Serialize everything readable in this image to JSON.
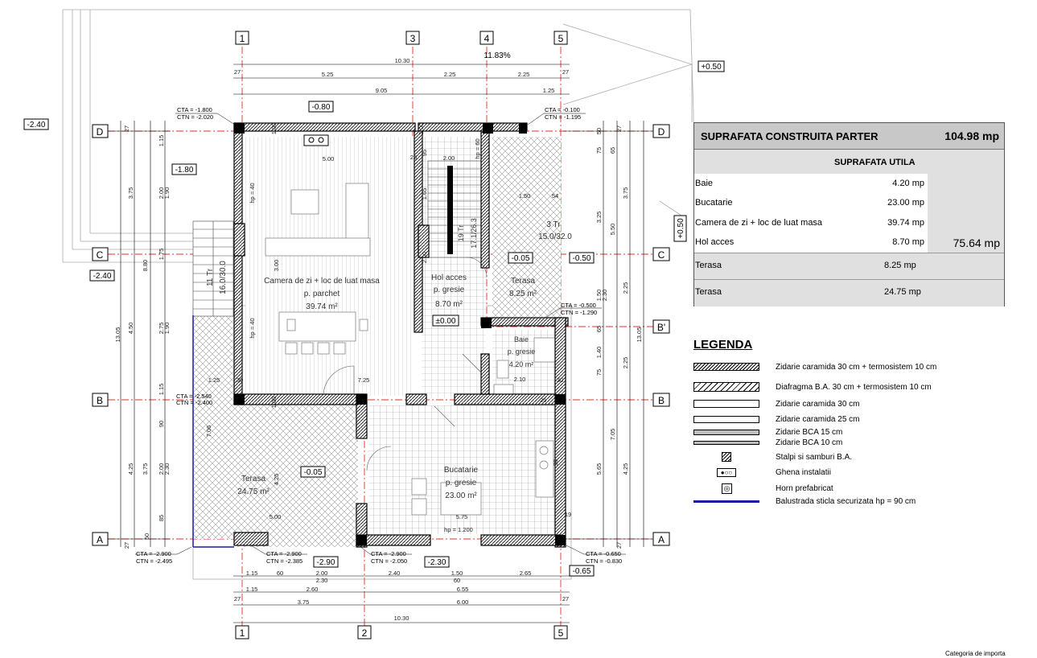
{
  "grid": {
    "columns_top": [
      "1",
      "3",
      "4",
      "5"
    ],
    "columns_bottom": [
      "1",
      "2",
      "5"
    ],
    "rows": [
      "D",
      "C",
      "B'",
      "B",
      "A"
    ]
  },
  "dims_top": {
    "total": "10.30",
    "slope": "11.83%",
    "row2": [
      "5.25",
      "2.25",
      "2.25"
    ],
    "row3": [
      "9.05",
      "1.25"
    ],
    "edge": "27"
  },
  "dims_bottom": {
    "row1": [
      "1.15",
      "60",
      "2.00",
      "2.40",
      "1.50",
      "2.65"
    ],
    "row1b": [
      "2.30",
      "60"
    ],
    "row2": [
      "1.15",
      "2.60",
      "6.55"
    ],
    "row3": [
      "3.75",
      "6.00"
    ],
    "total": "10.30",
    "edge": "27"
  },
  "dims_left": {
    "outer": "13.05",
    "mid": "8.80",
    "mid2": "4.25",
    "inner": [
      "3.75",
      "1.75",
      "4.50",
      "3.75"
    ],
    "inner2": [
      "1.15",
      "2.00",
      "1.90",
      "2.75",
      "1.90",
      "1.15",
      "2.00",
      "2.30",
      "85",
      "50",
      "90"
    ],
    "edge": "27"
  },
  "dims_right": {
    "outer": "13.05",
    "inner": [
      "3.75",
      "2.25",
      "2.25",
      "4.25"
    ],
    "inner2": [
      "50",
      "75",
      "65",
      "3.25",
      "5.50",
      "1.50",
      "2.30",
      "65",
      "1.40",
      "75",
      "5.65",
      "7.05"
    ],
    "edge": "27"
  },
  "levels": {
    "top_right": "+0.50",
    "left_top": "-2.40",
    "left_mid": "-2.40",
    "sit1": "-0.80",
    "sit2": "-1.80",
    "right_side": "+0.50",
    "c_right": "-0.50",
    "terasa_small": "-0.05",
    "hol": "±0.00",
    "terasa_big": "-0.05",
    "bottom1": "-2.90",
    "bottom2": "-2.30",
    "bottom3": "-0.65"
  },
  "cta_ctn": [
    {
      "cta": "CTA = -1.800",
      "ctn": "CTN = -2.020"
    },
    {
      "cta": "CTA = -0.100",
      "ctn": "CTN = -1.195"
    },
    {
      "cta": "CTA = -0.500",
      "ctn": "CTN = -1.290"
    },
    {
      "cta": "CTA = -2.540",
      "ctn": "CTN = -2.400"
    },
    {
      "cta": "CTA = -2.900",
      "ctn": "CTN = -2.495"
    },
    {
      "cta": "CTA = -2.900",
      "ctn": "CTN = -2.385"
    },
    {
      "cta": "CTA = -2.900",
      "ctn": "CTN = -2.050"
    },
    {
      "cta": "CTA = -0.650",
      "ctn": "CTN = -0.830"
    }
  ],
  "rooms": {
    "living": {
      "name": "Camera de zi + loc de luat masa",
      "floor": "p. parchet",
      "area": "39.74 m²"
    },
    "hol": {
      "name": "Hol acces",
      "floor": "p. gresie",
      "area": "8.70 m²"
    },
    "terasa_small": {
      "name": "Terasa",
      "area": "8.25 m²"
    },
    "baie": {
      "name": "Baie",
      "floor": "p. gresie",
      "area": "4.20 m²"
    },
    "terasa_big": {
      "name": "Terasa",
      "area": "24.75 m²"
    },
    "bucatarie": {
      "name": "Bucatarie",
      "floor": "p. gresie",
      "area": "23.00 m²"
    }
  },
  "stairs": {
    "s1": "19 Tr",
    "s1b": "17.1/26.3",
    "s2": "3 Tr",
    "s2b": "15.0/32.0",
    "s3": "11 Tr",
    "s3b": "16.0/30.0",
    "w": "2.00",
    "d": "1.65",
    "e": "1.50",
    "f": "54"
  },
  "misc": {
    "hp_1200": "hp = 1.200",
    "hp40a": "hp = 40",
    "hp40b": "hp = 40",
    "hp60": "hp = 60",
    "w500": "5.00",
    "w500b": "5.00",
    "w575": "5.75",
    "w725": "7.25",
    "w125": "1.25",
    "w210": "2.10",
    "w30a": "30",
    "w30b": "30",
    "w19": "19",
    "w25a": "25",
    "w25b": "25",
    "w90": "90",
    "w100a": "1.00",
    "w100b": "1.00",
    "w100c": "1.00",
    "w726": "7.06",
    "w425": "4.25",
    "w350": "3.00",
    "w95": "95",
    "w200": "2.00"
  },
  "area_table": {
    "title": "SUPRAFATA CONSTRUITA PARTER",
    "title_value": "104.98 mp",
    "useful_title": "SUPRAFATA UTILA",
    "rows": [
      {
        "name": "Baie",
        "value": "4.20 mp"
      },
      {
        "name": "Bucatarie",
        "value": "23.00 mp"
      },
      {
        "name": "Camera de zi + loc de luat masa",
        "value": "39.74 mp"
      },
      {
        "name": "Hol acces",
        "value": "8.70 mp"
      }
    ],
    "useful_total": "75.64 mp",
    "terasa_rows": [
      {
        "name": "Terasa",
        "value": "8.25 mp"
      },
      {
        "name": "Terasa",
        "value": "24.75 mp"
      }
    ]
  },
  "legend": {
    "title": "LEGENDA",
    "items": [
      "Zidarie caramida 30 cm + termosistem 10 cm",
      "Diafragma B.A. 30 cm + termosistem 10 cm",
      "Zidarie caramida 30 cm",
      "Zidarie caramida 25 cm",
      "Zidarie BCA 15 cm",
      "Zidarie BCA 10 cm",
      "Stalpi si samburi B.A.",
      "Ghena instalatii",
      "Horn prefabricat",
      "Balustrada sticla securizata hp = 90 cm"
    ]
  },
  "colors": {
    "grid_line": "#e0302a",
    "wall": "#000000",
    "table_header": "#c8c8c8",
    "table_cell": "#e0e0e0",
    "balustrade": "#1a1aa8"
  },
  "corner_text": "Categoria de importa"
}
